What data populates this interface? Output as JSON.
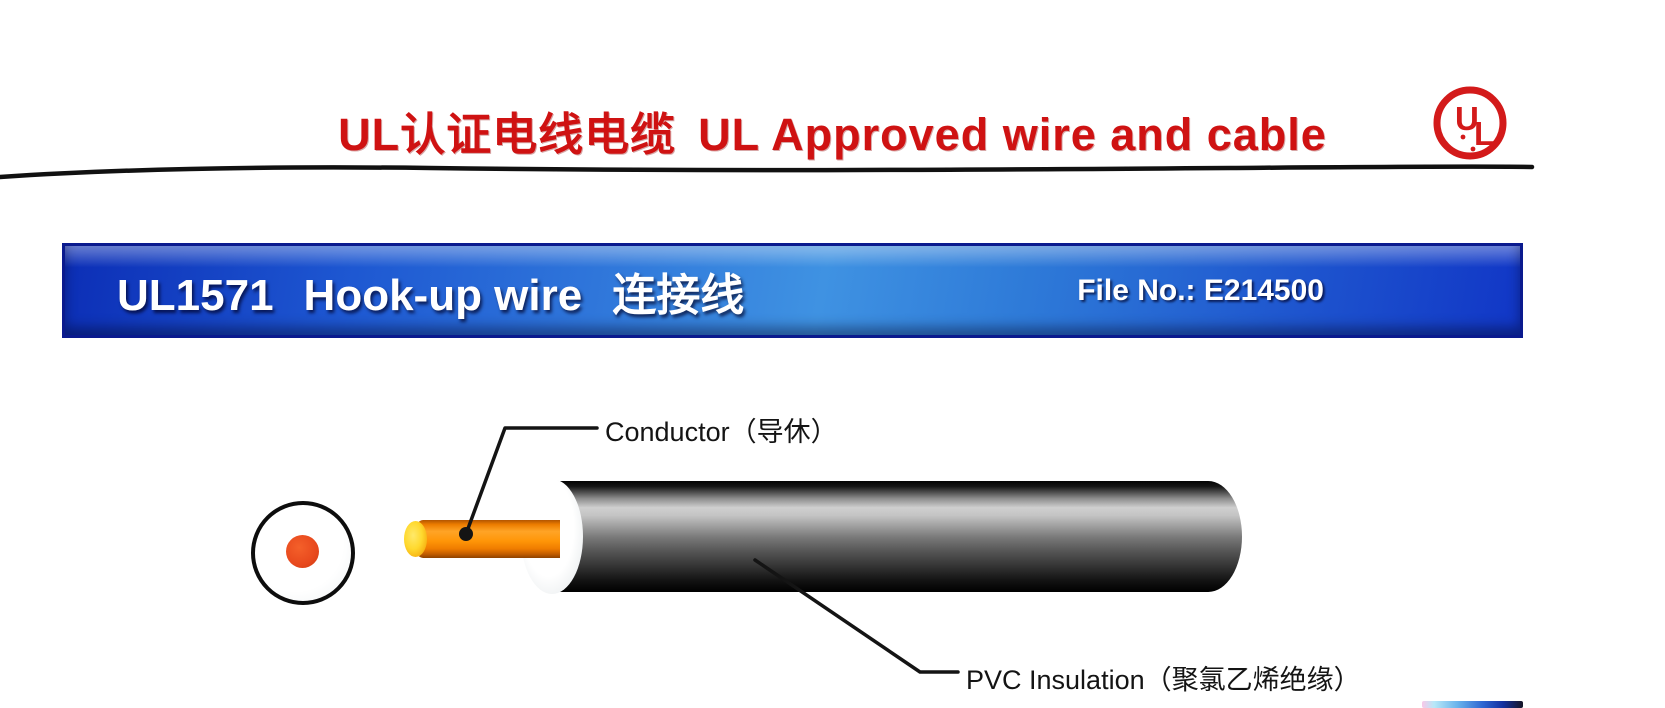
{
  "header": {
    "title_cn": "UL认证电线电缆",
    "title_en": "UL Approved wire and cable",
    "title_color": "#cf1212",
    "logo": {
      "letter_u": "U",
      "letter_l": "L",
      "ring_color": "#d31a1a"
    }
  },
  "banner": {
    "code": "UL1571",
    "name_en": "Hook-up wire",
    "name_cn": "连接线",
    "file_no": "File No.: E214500",
    "colors": {
      "blue_dark": "#0c2eb6",
      "blue_light": "#3f92e2",
      "border": "#0a1a8e",
      "text": "#ffffff"
    }
  },
  "diagram": {
    "labels": {
      "conductor": "Conductor（导休）",
      "insulation": "PVC Insulation（聚氯乙烯绝缘）"
    },
    "colors": {
      "conductor_body": "#ff9608",
      "conductor_cap": "#ffd92e",
      "cross_section_core": "#e8491d",
      "insulation_mid": "#9e9e9e",
      "outline": "#111111"
    }
  }
}
